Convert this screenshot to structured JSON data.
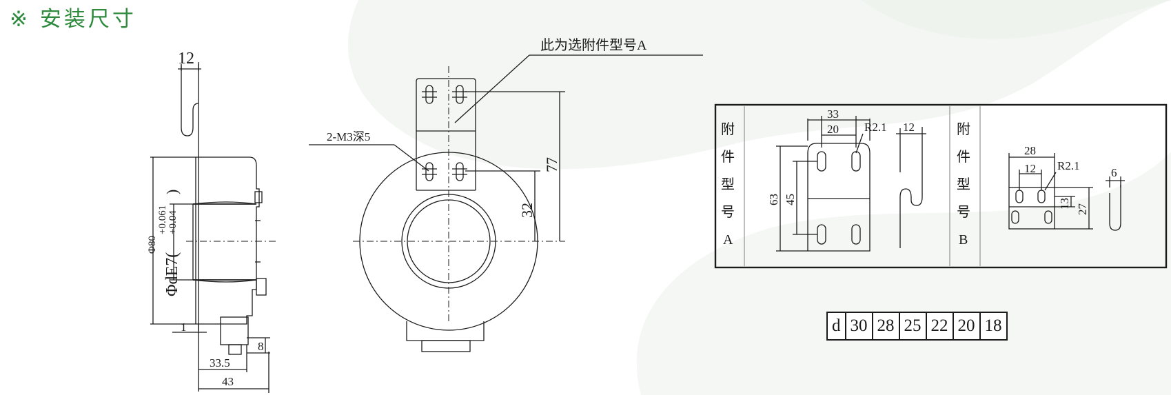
{
  "page": {
    "title": "※ 安装尺寸",
    "title_color": "#2e8b3d"
  },
  "side_view": {
    "dim_thickness": "12",
    "dim_outer_diameter": "Φ80",
    "dim_bore": "ΦdE7(",
    "tol_upper": "+0.061",
    "tol_lower": "+0.04",
    "tol_close": ")",
    "dim_gap": "1",
    "dim_8": "8",
    "dim_33_5": "33.5",
    "dim_43": "43"
  },
  "front_view": {
    "callout_bracket": "此为选附件型号A",
    "callout_thread": "2-M3深5",
    "dim_77": "77",
    "dim_32": "32"
  },
  "accessory_box": {
    "label_a": [
      "附",
      "件",
      "型",
      "号",
      "A"
    ],
    "label_b": [
      "附",
      "件",
      "型",
      "号",
      "B"
    ],
    "a": {
      "dim_33": "33",
      "dim_20": "20",
      "radius": "R2.1",
      "dim_12": "12",
      "dim_63": "63",
      "dim_45": "45"
    },
    "b": {
      "dim_28": "28",
      "dim_12": "12",
      "radius": "R2.1",
      "dim_6": "6",
      "dim_13": "13",
      "dim_27": "27"
    }
  },
  "size_table": {
    "header": "d",
    "values": [
      "30",
      "28",
      "25",
      "22",
      "20",
      "18"
    ]
  }
}
